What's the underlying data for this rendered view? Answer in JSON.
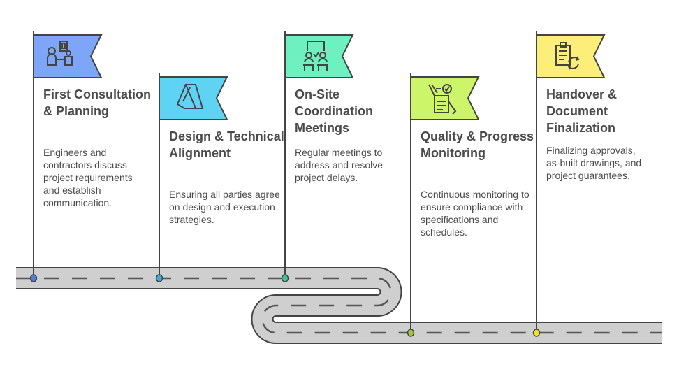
{
  "steps": [
    {
      "title": "First Consultation & Planning",
      "desc": "Engineers and contractors discuss project requirements and establish communication.",
      "color": "#7ea6f8",
      "dot": "#4a7fe0",
      "icon": "meeting-icon"
    },
    {
      "title": "Design & Technical Alignment",
      "desc": "Ensuring all parties agree on design and execution strategies.",
      "color": "#5fd3f3",
      "dot": "#3aaed8",
      "icon": "design-logo-icon"
    },
    {
      "title": "On-Site Coordination Meetings",
      "desc": "Regular meetings to address and resolve project delays.",
      "color": "#6ef0c0",
      "dot": "#3cc79b",
      "icon": "presentation-icon"
    },
    {
      "title": "Quality & Progress Monitoring",
      "desc": "Continuous monitoring to ensure compliance with specifications and schedules.",
      "color": "#cdf56a",
      "dot": "#a4c43c",
      "icon": "checklist-icon"
    },
    {
      "title": "Handover & Document Finalization",
      "desc": "Finalizing approvals, as-built drawings, and project guarantees.",
      "color": "#fdee7a",
      "dot": "#f2e51f",
      "icon": "clipboard-sync-icon"
    }
  ]
}
